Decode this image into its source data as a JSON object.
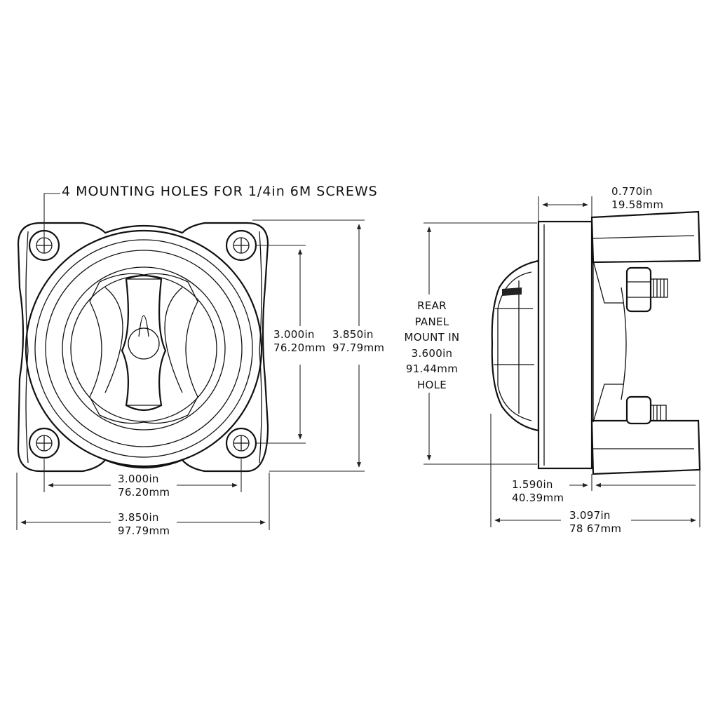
{
  "title": "4 MOUNTING HOLES FOR 1/4in 6M SCREWS",
  "front_view": {
    "hole_spacing_vertical": {
      "in": "3.000in",
      "mm": "76.20mm"
    },
    "overall_height": {
      "in": "3.850in",
      "mm": "97.79mm"
    },
    "hole_spacing_horizontal": {
      "in": "3.000in",
      "mm": "76.20mm"
    },
    "overall_width": {
      "in": "3.850in",
      "mm": "97.79mm"
    }
  },
  "side_view": {
    "panel_mount_note": [
      "REAR",
      "PANEL",
      "MOUNT IN",
      "3.600in",
      "91.44mm",
      "HOLE"
    ],
    "flange_depth": {
      "in": "0.770in",
      "mm": "19.58mm"
    },
    "rear_depth": {
      "in": "1.590in",
      "mm": "40.39mm"
    },
    "overall_depth": {
      "in": "3.097in",
      "mm": "78 67mm"
    }
  }
}
